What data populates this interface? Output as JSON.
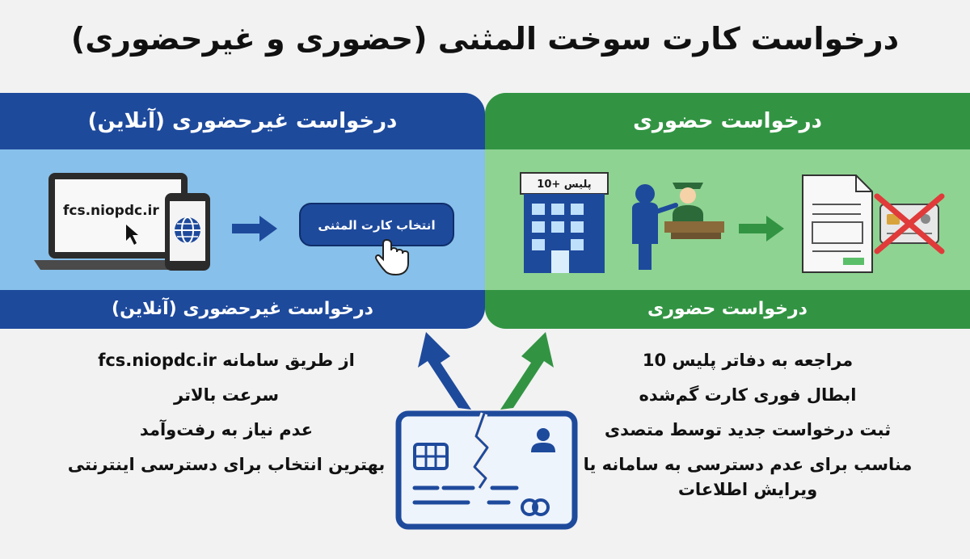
{
  "title": "درخواست کارت سوخت المثنی (حضوری و غیرحضوری)",
  "online": {
    "header": "درخواست غیرحضوری (آنلاین)",
    "footer": "درخواست غیرحضوری (آنلاین)",
    "url": "fcs.niopdc.ir",
    "button_label": "انتخاب کارت المثنی",
    "benefits": [
      "از طریق سامانه fcs.niopdc.ir",
      "سرعت بالاتر",
      "عدم نیاز به رفت‌وآمد",
      "بهترین انتخاب برای دسترسی اینترنتی"
    ]
  },
  "in_person": {
    "header": "درخواست حضوری",
    "footer": "درخواست حضوری",
    "sign": "پلیس +10",
    "benefits": [
      "مراجعه به دفاتر پلیس 10",
      "ابطال فوری کارت گم‌شده",
      "ثبت درخواست جدید توسط متصدی",
      "مناسب برای عدم دسترسی به سامانه یا ویرایش اطلاعات"
    ]
  },
  "colors": {
    "online_dark": "#1e4a9c",
    "online_light": "#87c0ea",
    "in_person_dark": "#329443",
    "in_person_light": "#8fd392"
  }
}
